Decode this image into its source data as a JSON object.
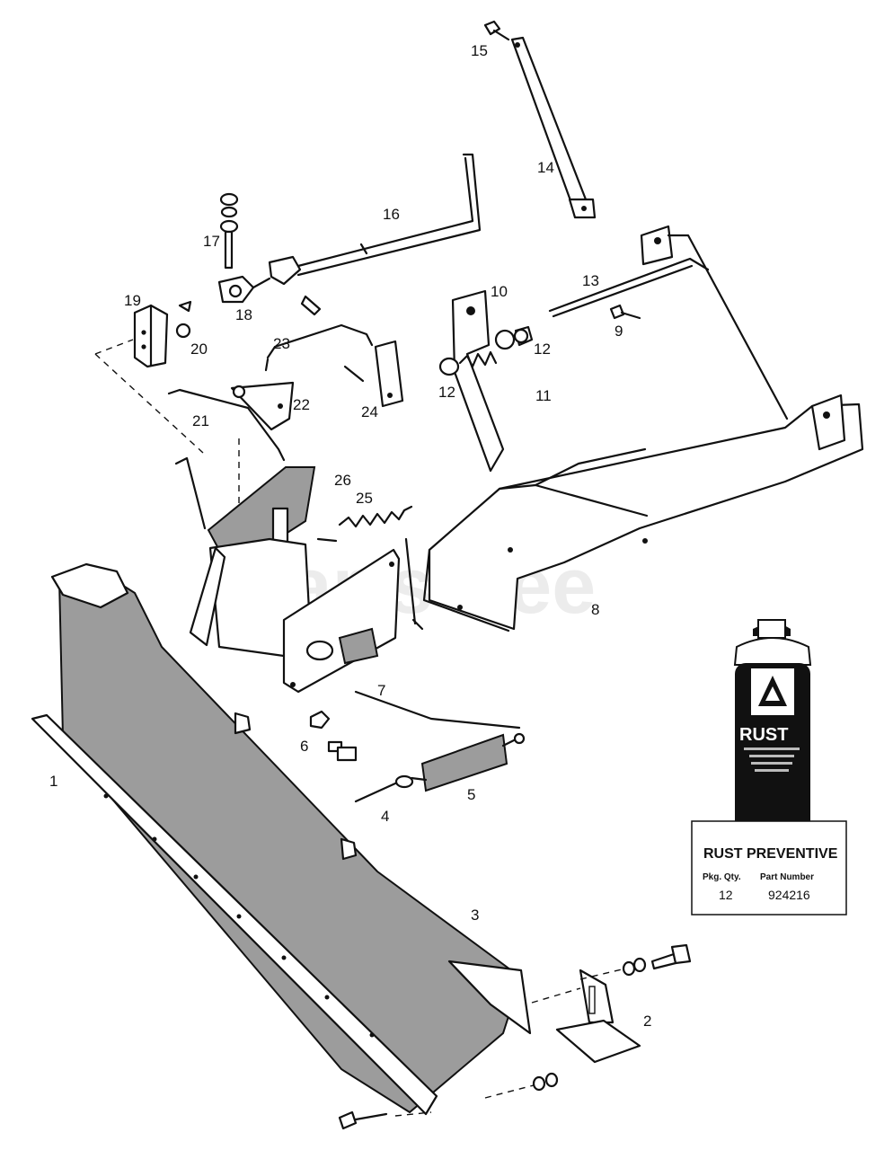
{
  "watermark": "PartsTree",
  "callouts": [
    {
      "id": "1",
      "text": "1"
    },
    {
      "id": "2",
      "text": "2"
    },
    {
      "id": "3",
      "text": "3"
    },
    {
      "id": "4",
      "text": "4"
    },
    {
      "id": "5",
      "text": "5"
    },
    {
      "id": "6",
      "text": "6"
    },
    {
      "id": "7",
      "text": "7"
    },
    {
      "id": "8",
      "text": "8"
    },
    {
      "id": "9",
      "text": "9"
    },
    {
      "id": "10",
      "text": "10"
    },
    {
      "id": "11",
      "text": "11"
    },
    {
      "id": "12a",
      "text": "12"
    },
    {
      "id": "12b",
      "text": "12"
    },
    {
      "id": "13",
      "text": "13"
    },
    {
      "id": "14",
      "text": "14"
    },
    {
      "id": "15",
      "text": "15"
    },
    {
      "id": "16",
      "text": "16"
    },
    {
      "id": "17",
      "text": "17"
    },
    {
      "id": "18",
      "text": "18"
    },
    {
      "id": "19",
      "text": "19"
    },
    {
      "id": "20",
      "text": "20"
    },
    {
      "id": "21",
      "text": "21"
    },
    {
      "id": "22",
      "text": "22"
    },
    {
      "id": "23",
      "text": "23"
    },
    {
      "id": "24",
      "text": "24"
    },
    {
      "id": "25",
      "text": "25"
    },
    {
      "id": "26",
      "text": "26"
    }
  ],
  "rust_can": {
    "brand_word": "RUST",
    "label_title": "RUST PREVENTIVE",
    "col_qty_header": "Pkg. Qty.",
    "col_part_header": "Part Number",
    "qty_value": "12",
    "part_value": "924216"
  }
}
